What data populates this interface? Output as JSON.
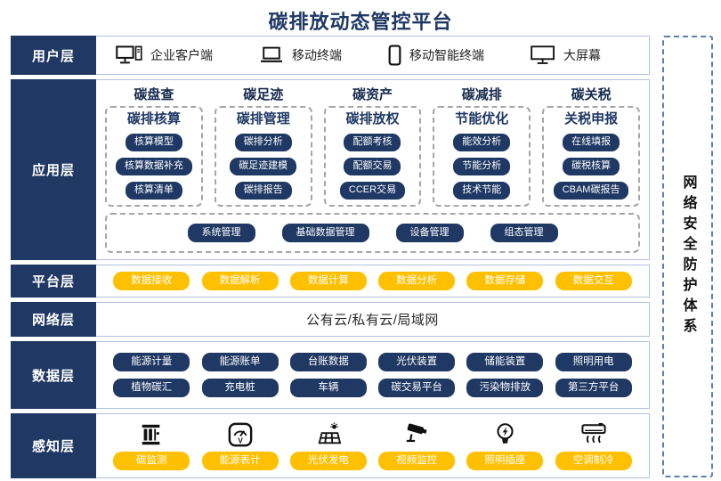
{
  "title": "碳排放动态管控平台",
  "security_bar": {
    "label": "网络安全防护体系"
  },
  "colors": {
    "navy": "#1F3864",
    "yellow": "#FFC000",
    "row_border": "#B3C2DD",
    "dashed_gray": "#A6A6A6",
    "security_border": "#5B7FB5",
    "title_text": "#1F3864"
  },
  "user_layer": {
    "label": "用户层",
    "items": [
      {
        "icon": "desktop-pc-icon",
        "label": "企业客户端"
      },
      {
        "icon": "laptop-icon",
        "label": "移动终端"
      },
      {
        "icon": "smartphone-icon",
        "label": "移动智能终端"
      },
      {
        "icon": "big-screen-icon",
        "label": "大屏幕"
      }
    ]
  },
  "application_layer": {
    "label": "应用层",
    "columns": [
      {
        "header": "碳盘查",
        "title": "碳排核算",
        "items": [
          "核算模型",
          "核算数据补充",
          "核算清单"
        ]
      },
      {
        "header": "碳足迹",
        "title": "碳排管理",
        "items": [
          "碳排分析",
          "碳足迹建模",
          "碳排报告"
        ]
      },
      {
        "header": "碳资产",
        "title": "碳排放权",
        "items": [
          "配额考核",
          "配额交易",
          "CCER交易"
        ]
      },
      {
        "header": "碳减排",
        "title": "节能优化",
        "items": [
          "能效分析",
          "节能分析",
          "技术节能"
        ]
      },
      {
        "header": "碳关税",
        "title": "关税申报",
        "items": [
          "在线填报",
          "碳税核算",
          "CBAM碳报告"
        ]
      }
    ],
    "common_items": [
      "系统管理",
      "基础数据管理",
      "设备管理",
      "组态管理"
    ]
  },
  "platform_layer": {
    "label": "平台层",
    "items": [
      "数据接收",
      "数据解析",
      "数据计算",
      "数据分析",
      "数据存储",
      "数据交互"
    ]
  },
  "network_layer": {
    "label": "网络层",
    "text": "公有云/私有云/局域网"
  },
  "data_layer": {
    "label": "数据层",
    "rows": [
      [
        "能源计量",
        "能源账单",
        "台账数据",
        "光伏装置",
        "储能装置",
        "照明用电"
      ],
      [
        "植物碳汇",
        "充电桩",
        "车辆",
        "碳交易平台",
        "污染物排放",
        "第三方平台"
      ]
    ]
  },
  "perception_layer": {
    "label": "感知层",
    "items": [
      {
        "icon": "carbon-monitor-icon",
        "label": "碳监测"
      },
      {
        "icon": "energy-meter-icon",
        "label": "能源表计"
      },
      {
        "icon": "solar-power-icon",
        "label": "光伏发电"
      },
      {
        "icon": "cctv-camera-icon",
        "label": "视频监控"
      },
      {
        "icon": "light-bulb-icon",
        "label": "照明插座"
      },
      {
        "icon": "air-conditioner-icon",
        "label": "空调制冷"
      }
    ]
  }
}
